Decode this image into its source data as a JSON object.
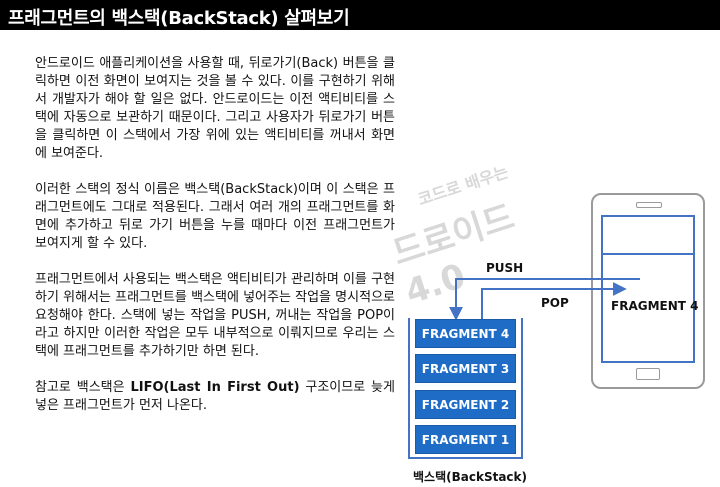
{
  "title": "프래그먼트의 백스택(BackStack) 살펴보기",
  "paragraphs": [
    "안드로이드 애플리케이션을 사용할 때, 뒤로가기(Back) 버튼을 클릭하면 이전 화면이 보여지는 것을 볼 수 있다. 이를 구현하기 위해서 개발자가 해야 할 일은 없다. 안드로이드는 이전 액티비티를 스택에 자동으로 보관하기 때문이다. 그리고 사용자가 뒤로가기 버튼을 클릭하면 이 스택에서 가장 위에 있는 액티비티를 꺼내서 화면에 보여준다.",
    "이러한 스택의 정식 이름은 백스택(BackStack)이며 이 스택은 프래그먼트에도 그대로 적용된다. 그래서 여러 개의 프래그먼트를 화면에 추가하고 뒤로 가기 버튼을 누를 때마다 이전 프래그먼트가 보여지게 할 수 있다.",
    "프래그먼트에서 사용되는 백스택은 액티비티가 관리하며 이를 구현하기 위해서는 프래그먼트를 백스택에 넣어주는 작업을 명시적으로 요청해야 한다. 스택에 넣는 작업을 PUSH, 꺼내는 작업을 POP이라고 하지만 이러한 작업은 모두 내부적으로 이뤄지므로 우리는 스택에 프래그먼트를 추가하기만 하면 된다."
  ],
  "last_para": {
    "pre": "참고로 백스택은 ",
    "bold": "LIFO(Last In First Out)",
    "post": " 구조이므로 늦게 넣은 프래그먼트가 먼저 나온다."
  },
  "watermark": {
    "line1": "코드로 배우는",
    "line2": "드로이드 4.0"
  },
  "diagram": {
    "push_label": "PUSH",
    "pop_label": "POP",
    "tablet_fragment_label": "FRAGMENT 4",
    "stack_items": [
      "FRAGMENT 4",
      "FRAGMENT 3",
      "FRAGMENT 2",
      "FRAGMENT 1"
    ],
    "stack_label": "백스택(BackStack)",
    "accent_color": "#4472c4",
    "fragment_fill": "#1f6cc7"
  }
}
